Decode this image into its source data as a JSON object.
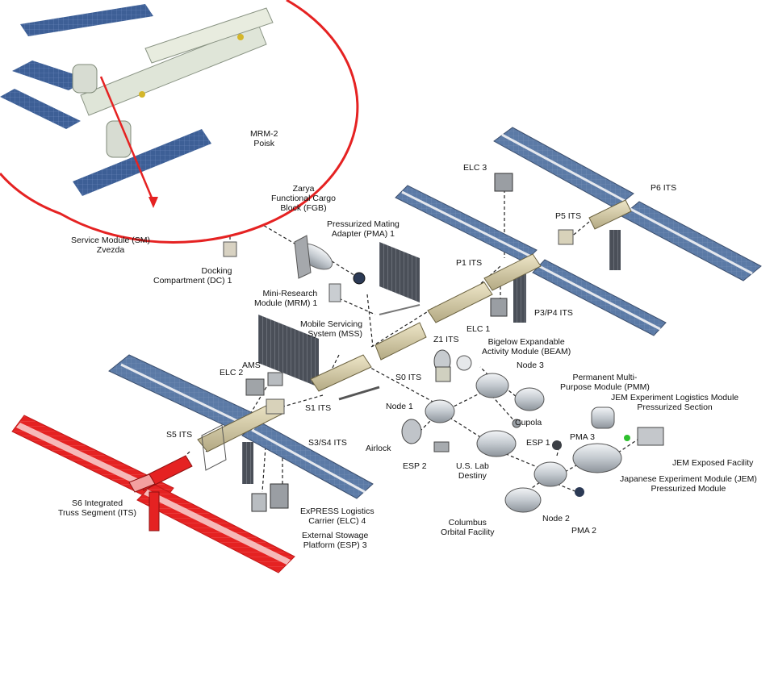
{
  "accent_red": "#e52222",
  "solar_blue": "#5b7aa6",
  "module_gray": "#c9ced2",
  "truss_tan": "#d9cfae",
  "labels": {
    "mrm2": [
      "MRM-2",
      "Poisk"
    ],
    "zarya": [
      "Zarya",
      "Functional Cargo",
      "Block (FGB)"
    ],
    "pma1": [
      "Pressurized Mating",
      "Adapter (PMA) 1"
    ],
    "sm": [
      "Service Module (SM)",
      "Zvezda"
    ],
    "dc1": [
      "Docking",
      "Compartment (DC) 1"
    ],
    "mrm1": [
      "Mini-Research",
      "Module (MRM) 1"
    ],
    "mss": [
      "Mobile Servicing",
      "System (MSS)"
    ],
    "elc3": "ELC 3",
    "p6": "P6 ITS",
    "p5": "P5 ITS",
    "p1": "P1 ITS",
    "p3p4": "P3/P4 ITS",
    "elc1": "ELC 1",
    "z1": "Z1 ITS",
    "beam": [
      "Bigelow Expandable",
      "Activity Module (BEAM)"
    ],
    "node3": "Node 3",
    "pmm": [
      "Permanent Multi-",
      "Purpose Module (PMM)"
    ],
    "s0": "S0 ITS",
    "ams": "AMS",
    "elc2": "ELC 2",
    "s1": "S1 ITS",
    "node1": "Node 1",
    "cupola": "Cupola",
    "jel": [
      "JEM Experiment Logistics Module",
      "Pressurized Section"
    ],
    "s5": "S5 ITS",
    "s3s4": "S3/S4 ITS",
    "airlock": "Airlock",
    "esp1": "ESP 1",
    "pma3": "PMA 3",
    "jef": "JEM Exposed Facility",
    "esp2": "ESP 2",
    "uslab": [
      "U.S. Lab",
      "Destiny"
    ],
    "jem": [
      "Japanese Experiment Module (JEM)",
      "Pressurized Module"
    ],
    "s6": [
      "S6 Integrated",
      "Truss Segment (ITS)"
    ],
    "elc4": [
      "ExPRESS Logistics",
      "Carrier (ELC) 4"
    ],
    "esp3": [
      "External Stowage",
      "Platform (ESP) 3"
    ],
    "columbus": [
      "Columbus",
      "Orbital Facility"
    ],
    "node2": "Node 2",
    "pma2": "PMA 2"
  }
}
